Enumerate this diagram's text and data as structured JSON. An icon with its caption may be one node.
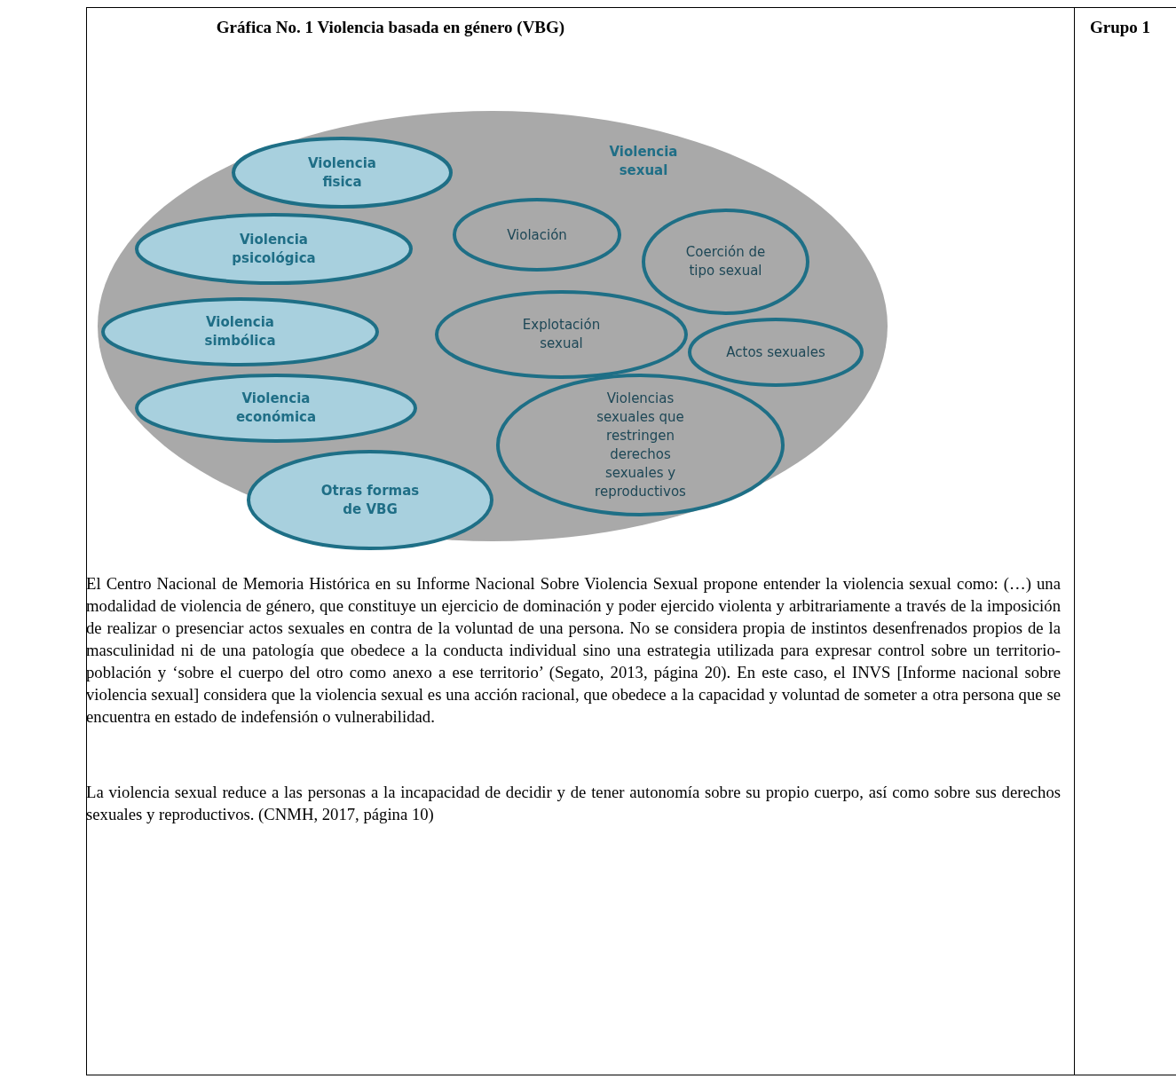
{
  "diagram": {
    "title": "Gráfica No. 1 Violencia basada en género (VBG)",
    "nodes": [
      {
        "text": [
          "Violencia sexual"
        ]
      },
      {
        "text": [
          "Violencia fisica"
        ],
        "in": 0
      },
      {
        "text": [
          "Violencia psicológica"
        ],
        "in": 0
      },
      {
        "text": [
          "Violencia simbólica"
        ],
        "in": 0
      },
      {
        "text": [
          "Violencia económica"
        ],
        "in": 0
      },
      {
        "text": [
          "Otras formas de VBG"
        ],
        "in": 0
      },
      {
        "text": [
          "Violación"
        ],
        "in": 0
      },
      {
        "text": [
          "Coerción de tipo sexual"
        ],
        "in": 0
      },
      {
        "text": [
          "Explotación sexual"
        ],
        "in": 0
      },
      {
        "text": [
          "Actos sexuales"
        ],
        "in": 0
      },
      {
        "text": [
          "Violencias sexuales que restringen derechos sexuales y reproductivos"
        ],
        "in": 0
      }
    ],
    "edges": [],
    "labels": [
      "Grupo 1",
      "El Centro Nacional de Memoria Histórica en su Informe Nacional Sobre Violencia Sexual propone entender la violencia sexual como: (…) una modalidad de violencia de género, que constituye un ejercicio de dominación y poder ejercido violenta y arbitrariamente a través de la imposición de realizar o presenciar actos sexuales en contra de la voluntad de una persona. No se considera propia de instintos desenfrenados propios de la masculinidad ni de una patología que obedece a la conducta individual sino una estrategia utilizada para expresar control sobre un territorio-población y ‘sobre el cuerpo del otro como anexo a ese territorio’ (Segato, 2013, página 20). En este caso, el INVS [Informe nacional sobre violencia sexual] considera que la violencia sexual es una acción racional, que obedece a la capacidad y voluntad de someter a otra persona que se encuentra en estado de indefensión o vulnerabilidad.",
      "La violencia sexual reduce a las personas a la incapacidad de decidir y de tener autonomía sobre su propio cuerpo, así como sobre sus derechos sexuales y reproductivos. (CNMH, 2017, página 10)"
    ]
  }
}
